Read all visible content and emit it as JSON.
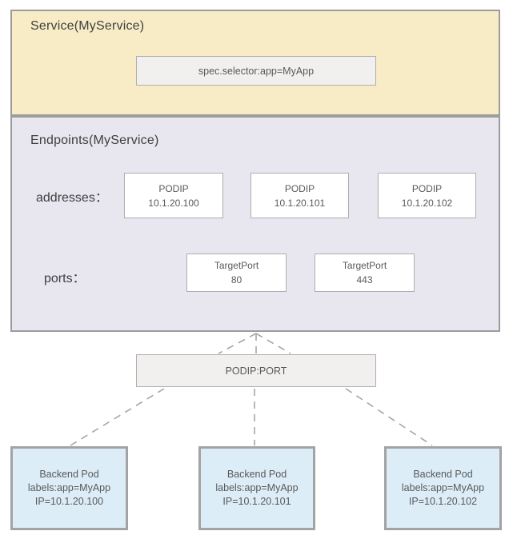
{
  "colors": {
    "service_bg": "#f8ecc6",
    "endpoints_bg": "#e8e6ee",
    "pod_bg": "#dcedf8",
    "gray_box_bg": "#f1f0ee",
    "white_box_bg": "#ffffff",
    "section_border": "#9c9c9c",
    "box_border": "#b0aeae",
    "pod_border": "#a3a3a3",
    "connector": "#a6a6a6",
    "text_primary": "#3f3f3f",
    "text_secondary": "#595959"
  },
  "service": {
    "title": "Service(MyService)",
    "selector": "spec.selector:app=MyApp"
  },
  "endpoints": {
    "title": "Endpoints(MyService)",
    "addresses_label": "addresses：",
    "addresses": [
      {
        "name": "PODIP",
        "ip": "10.1.20.100"
      },
      {
        "name": "PODIP",
        "ip": "10.1.20.101"
      },
      {
        "name": "PODIP",
        "ip": "10.1.20.102"
      }
    ],
    "ports_label": "ports：",
    "ports": [
      {
        "name": "TargetPort",
        "value": "80"
      },
      {
        "name": "TargetPort",
        "value": "443"
      }
    ]
  },
  "connector": {
    "label": "PODIP:PORT"
  },
  "pods": [
    {
      "title": "Backend Pod",
      "labels": "labels:app=MyApp",
      "ip": "IP=10.1.20.100"
    },
    {
      "title": "Backend Pod",
      "labels": "labels:app=MyApp",
      "ip": "IP=10.1.20.101"
    },
    {
      "title": "Backend Pod",
      "labels": "labels:app=MyApp",
      "ip": "IP=10.1.20.102"
    }
  ]
}
